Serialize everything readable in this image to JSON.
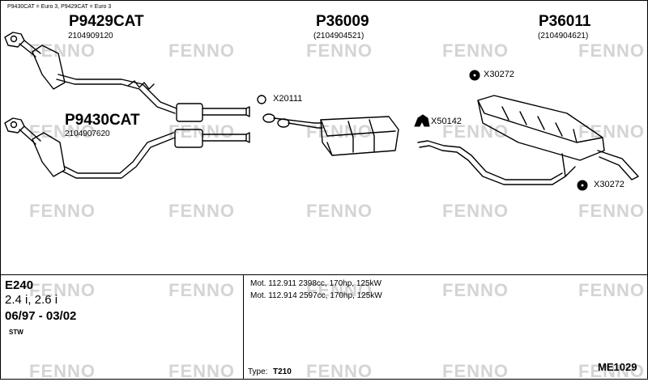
{
  "header_note": "P9430CAT = Euro 3, P9429CAT = Euro 3",
  "watermark": "FENNO",
  "parts": [
    {
      "id": "P9429CAT",
      "number": "2104909120"
    },
    {
      "id": "P36009",
      "number": "(2104904521)"
    },
    {
      "id": "P36011",
      "number": "(2104904621)"
    },
    {
      "id": "P9430CAT",
      "number": "2104907620"
    }
  ],
  "accessories": [
    {
      "id": "X20111"
    },
    {
      "id": "X50142"
    },
    {
      "id": "X30272"
    },
    {
      "id": "X30272"
    }
  ],
  "vehicle": {
    "model": "E240",
    "engine": "2.4 i, 2.6 i",
    "years": "06/97 - 03/02",
    "body": "STW"
  },
  "motors": [
    "Mot. 112.911 2398cc, 170hp, 125kW",
    "Mot. 112.914 2597cc, 170hp, 125kW"
  ],
  "type_label": "Type:",
  "type_value": "T210",
  "diagram_code": "ME1029"
}
